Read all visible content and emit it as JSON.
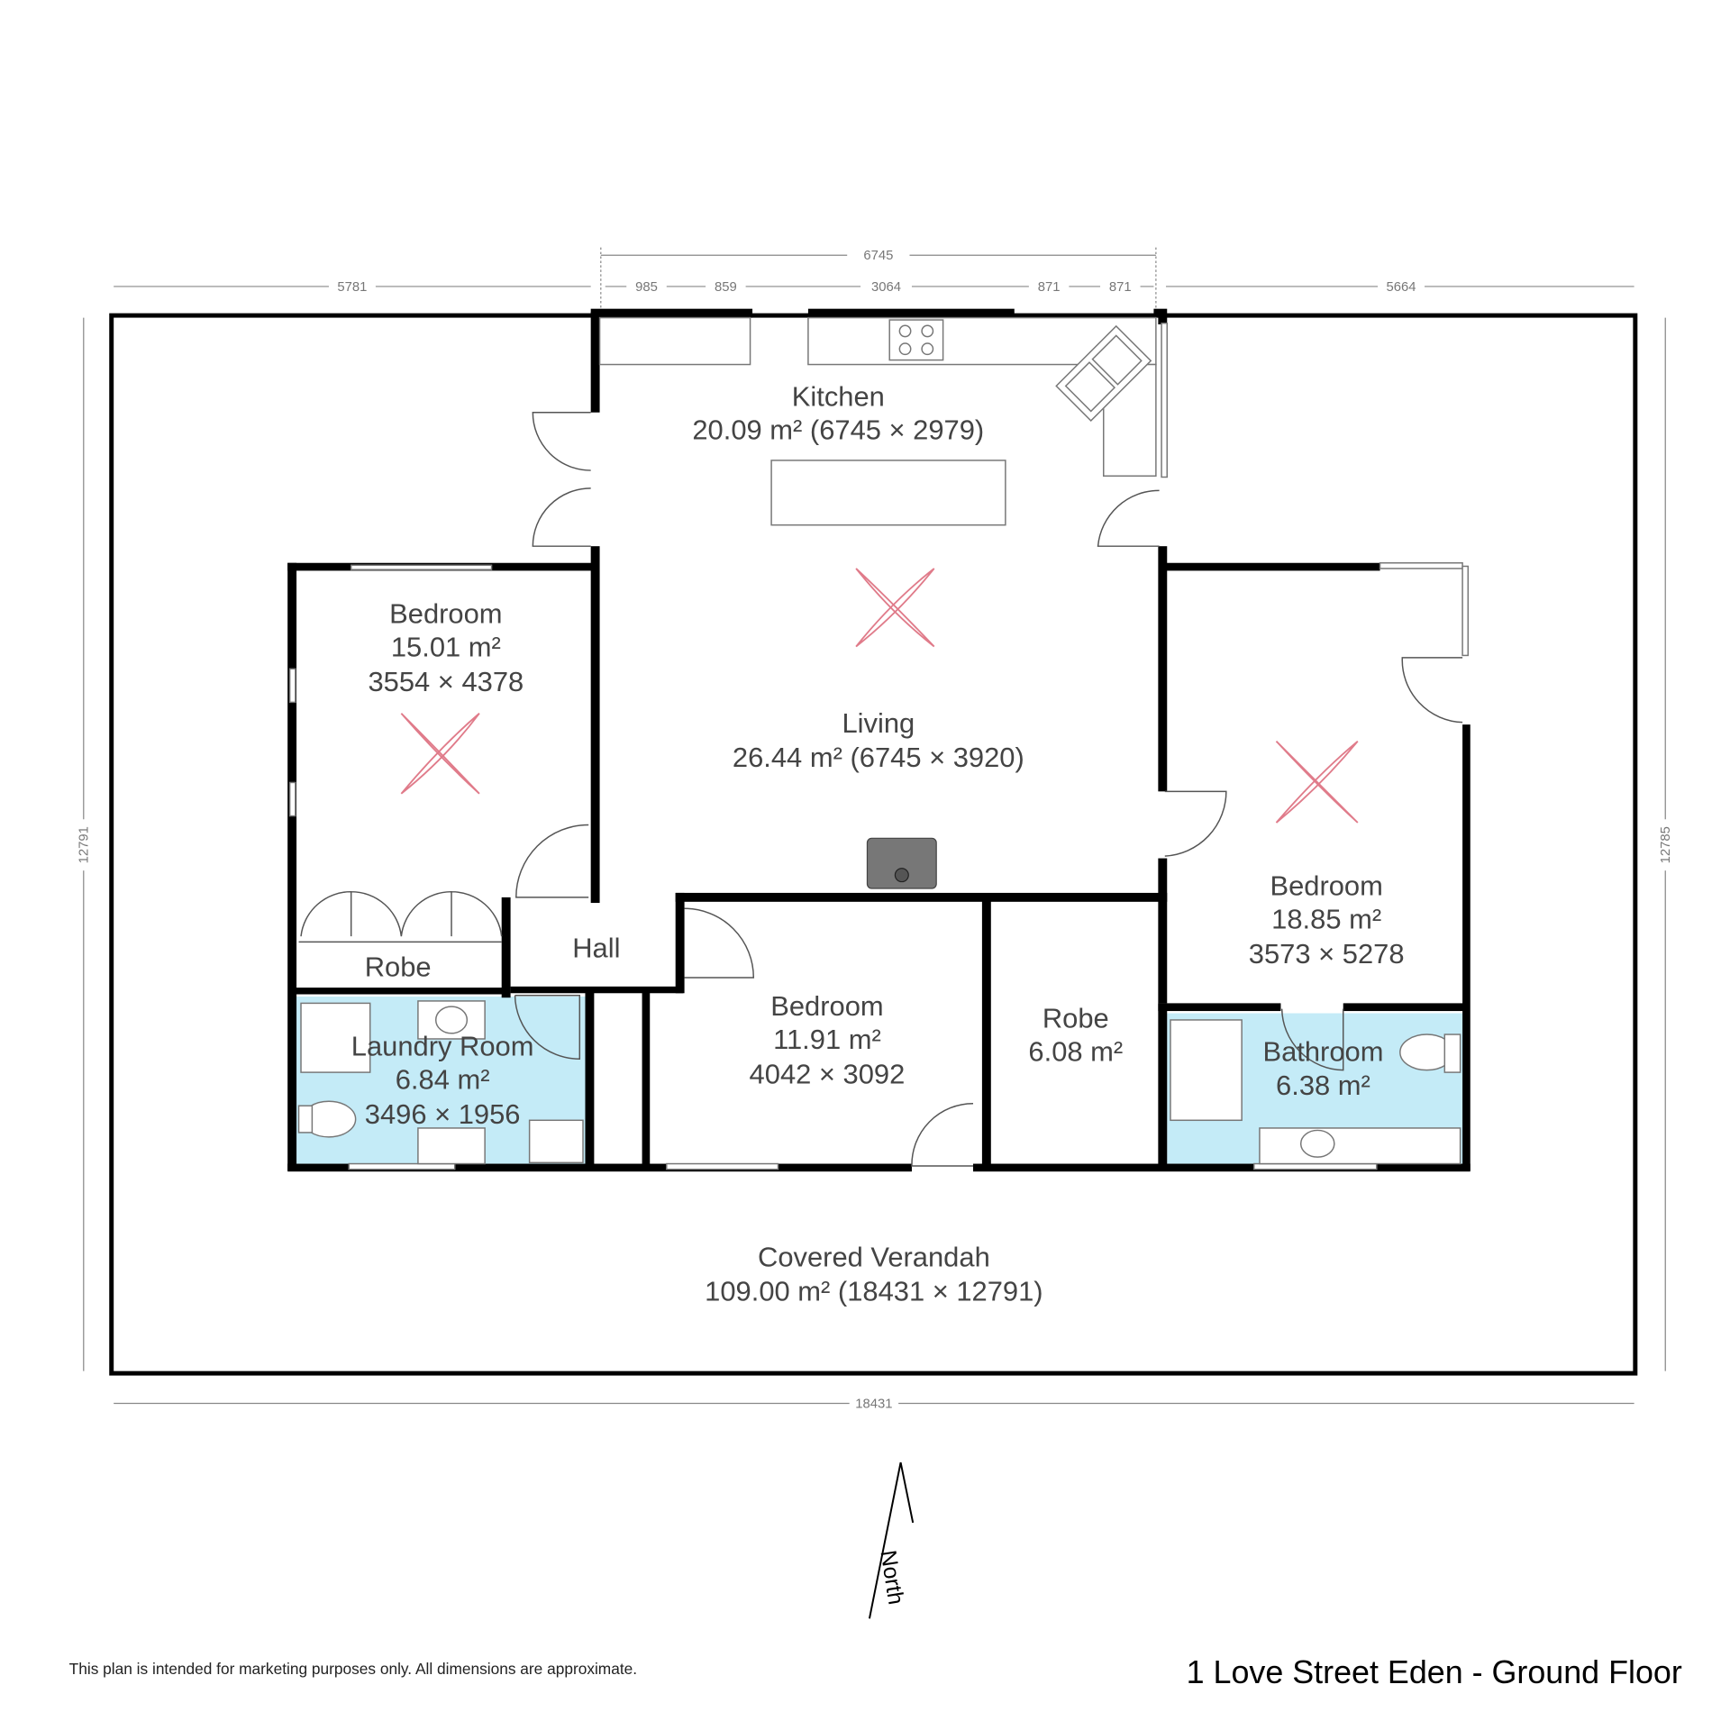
{
  "rooms": {
    "kitchen": {
      "name": "Kitchen",
      "area": "20.09 m² (6745 × 2979)"
    },
    "living": {
      "name": "Living",
      "area": "26.44 m² (6745 × 3920)"
    },
    "bedroom_left": {
      "name": "Bedroom",
      "area": "15.01 m²",
      "dims": "3554 × 4378"
    },
    "robe_left": {
      "name": "Robe"
    },
    "hall": {
      "name": "Hall"
    },
    "laundry": {
      "name": "Laundry Room",
      "area": "6.84 m²",
      "dims": "3496 × 1956"
    },
    "bedroom_mid": {
      "name": "Bedroom",
      "area": "11.91 m²",
      "dims": "4042 × 3092"
    },
    "robe_mid": {
      "name": "Robe",
      "area": "6.08 m²"
    },
    "bedroom_right": {
      "name": "Bedroom",
      "area": "18.85 m²",
      "dims": "3573 × 5278"
    },
    "bathroom": {
      "name": "Bathroom",
      "area": "6.38 m²"
    },
    "verandah": {
      "name": "Covered Verandah",
      "area": "109.00 m² (18431 × 12791)"
    }
  },
  "dimensions": {
    "top_total": "6745",
    "top_left": "5781",
    "top_segments": [
      "985",
      "859",
      "3064",
      "871",
      "871"
    ],
    "top_right": "5664",
    "left": "12791",
    "right": "12785",
    "bottom": "18431"
  },
  "compass": {
    "label": "North"
  },
  "footer": {
    "disclaimer": "This plan is intended for marketing purposes only. All dimensions are approximate.",
    "title": "1 Love Street Eden - Ground Floor"
  },
  "colors": {
    "wet_area": "#c4ebf7",
    "fan": "#e07b8a"
  }
}
